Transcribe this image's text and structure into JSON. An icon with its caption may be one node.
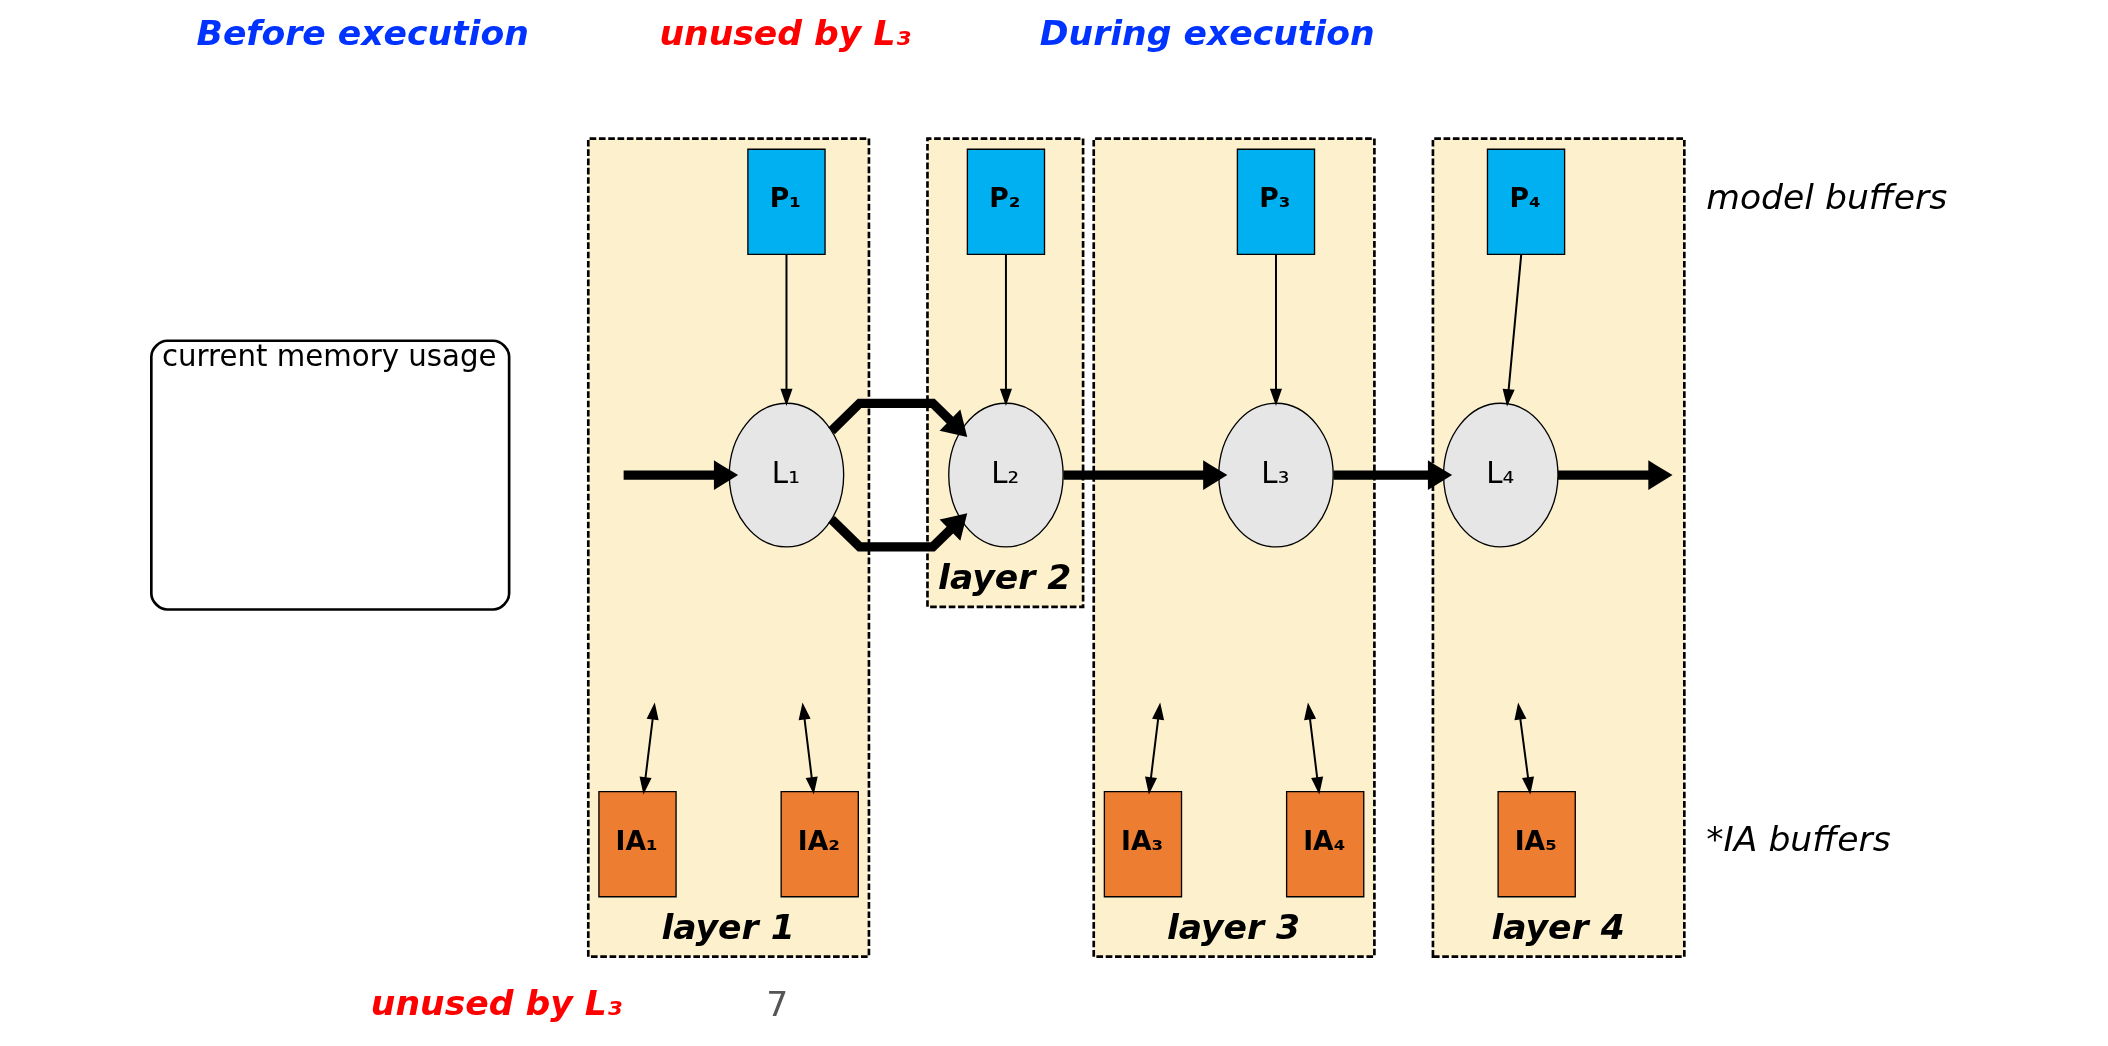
{
  "diagram": {
    "nodes": [
      {
        "text": [
          "current memory usage"
        ]
      },
      {
        "text": [
          "layer 1"
        ]
      },
      {
        "text": [
          "P₁"
        ],
        "in": 1
      },
      {
        "text": [
          "L₁"
        ],
        "in": 1
      },
      {
        "text": [
          "IA₁"
        ],
        "in": 1
      },
      {
        "text": [
          "IA₂"
        ],
        "in": 1
      },
      {
        "text": [
          "layer 2"
        ]
      },
      {
        "text": [
          "P₂"
        ],
        "in": 6
      },
      {
        "text": [
          "L₂"
        ],
        "in": 6
      },
      {
        "text": [
          "layer 3"
        ]
      },
      {
        "text": [
          "P₃"
        ],
        "in": 9
      },
      {
        "text": [
          "L₃"
        ],
        "in": 9
      },
      {
        "text": [
          "IA₃"
        ],
        "in": 9
      },
      {
        "text": [
          "IA₄"
        ],
        "in": 9
      },
      {
        "text": [
          "layer 4"
        ]
      },
      {
        "text": [
          "P₄"
        ],
        "in": 14
      },
      {
        "text": [
          "L₄"
        ],
        "in": 14
      },
      {
        "text": [
          "IA₅"
        ],
        "in": 14
      }
    ],
    "edges": [
      {
        "from": null,
        "to": 3,
        "arrow": "to",
        "style": "thick"
      },
      {
        "from": 3,
        "to": 8,
        "arrow": "to",
        "style": "thick"
      },
      {
        "from": 8,
        "to": 11,
        "arrow": "to",
        "style": "thick"
      },
      {
        "from": 11,
        "to": 16,
        "arrow": "to",
        "style": "thick"
      },
      {
        "from": 16,
        "to": null,
        "arrow": "to",
        "style": "thick"
      },
      {
        "from": 2,
        "to": 3,
        "arrow": "to"
      },
      {
        "from": 7,
        "to": 8,
        "arrow": "to"
      },
      {
        "from": 10,
        "to": 11,
        "arrow": "to"
      },
      {
        "from": 15,
        "to": 16,
        "arrow": "to"
      },
      {
        "from": null,
        "to": 4,
        "arrow": "both"
      },
      {
        "from": null,
        "to": 5,
        "arrow": "both"
      },
      {
        "from": null,
        "to": 12,
        "arrow": "both"
      },
      {
        "from": null,
        "to": 13,
        "arrow": "both"
      },
      {
        "from": null,
        "to": 17,
        "arrow": "both"
      }
    ],
    "labels": [
      "Before execution",
      "unused by L₃",
      "During execution",
      "model buffers",
      "*IA buffers",
      "unused by L₃",
      "7"
    ]
  }
}
